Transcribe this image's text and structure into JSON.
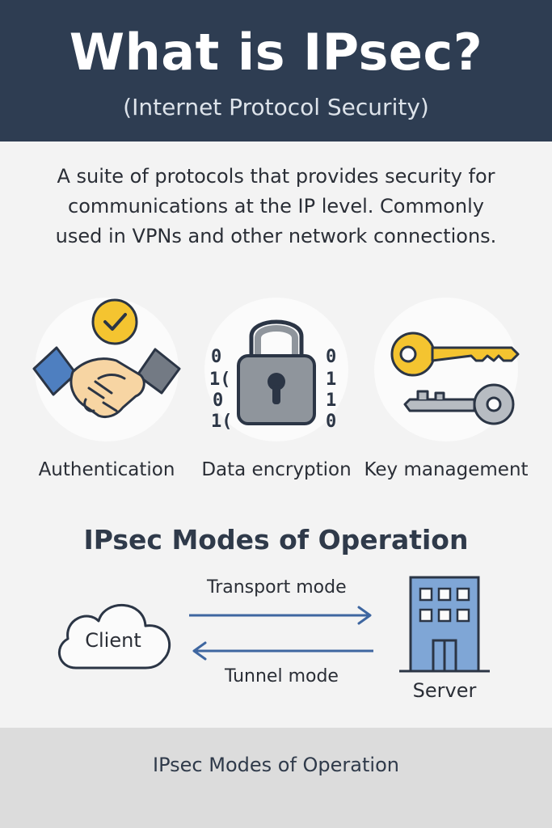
{
  "header": {
    "title": "What is IPsec?",
    "subtitle": "(Internet Protocol Security)"
  },
  "description": "A suite of protocols that provides security for communications at the IP level. Commonly used in VPNs and other network connections.",
  "features": [
    {
      "label": "Authentication",
      "icon": "handshake-icon"
    },
    {
      "label": "Data encryption",
      "icon": "padlock-icon"
    },
    {
      "label": "Key management",
      "icon": "keys-icon"
    }
  ],
  "modes": {
    "title": "IPsec Modes of Operation",
    "client_label": "Client",
    "server_label": "Server",
    "transport_label": "Transport mode",
    "tunnel_label": "Tunnel mode"
  },
  "footer": {
    "text": "IPsec Modes of Operation"
  },
  "colors": {
    "header_bg": "#2e3d52",
    "accent_blue": "#3e66a0",
    "accent_yellow": "#f4c430",
    "footer_bg": "#dcdcdc"
  }
}
